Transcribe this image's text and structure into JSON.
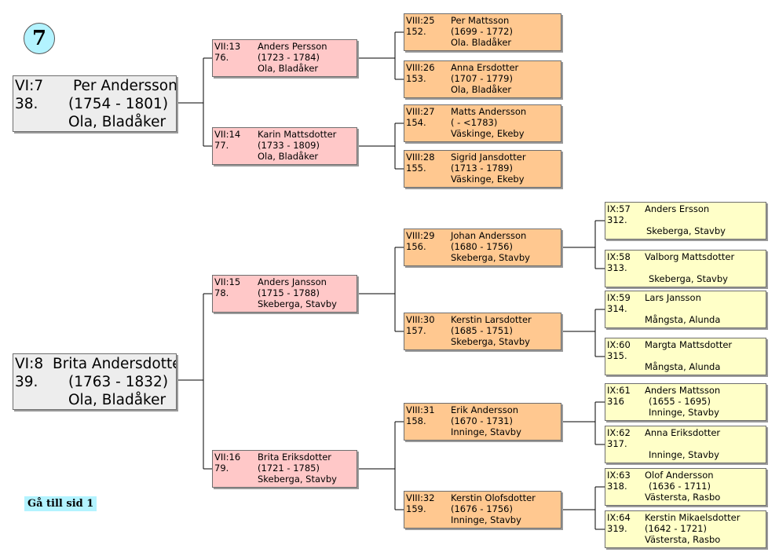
{
  "page_number": "7",
  "back_link": "Gå till sid 1",
  "people": [
    {
      "id": "VI:7",
      "num": "38.",
      "name": "Per Andersson",
      "dates": "(1754 - 1801)",
      "place": "Ola, Bladåker"
    },
    {
      "id": "VI:8",
      "num": "39.",
      "name": "Brita Andersdotter",
      "dates": "(1763 - 1832)",
      "place": "Ola, Bladåker"
    },
    {
      "id": "VII:13",
      "num": "76.",
      "name": "Anders Persson",
      "dates": "(1723 - 1784)",
      "place": "Ola, Bladåker"
    },
    {
      "id": "VII:14",
      "num": "77.",
      "name": "Karin Mattsdotter",
      "dates": "(1733 - 1809)",
      "place": "Ola, Bladåker"
    },
    {
      "id": "VII:15",
      "num": "78.",
      "name": "Anders Jansson",
      "dates": "(1715 - 1788)",
      "place": "Skeberga, Stavby"
    },
    {
      "id": "VII:16",
      "num": "79.",
      "name": "Brita Eriksdotter",
      "dates": "(1721 - 1785)",
      "place": "Skeberga, Stavby"
    },
    {
      "id": "VIII:25",
      "num": "152.",
      "name": "Per Mattsson",
      "dates": "(1699 - 1772)",
      "place": "Ola. Bladåker"
    },
    {
      "id": "VIII:26",
      "num": "153.",
      "name": "Anna Ersdotter",
      "dates": "(1707 - 1779)",
      "place": "Ola, Bladåker"
    },
    {
      "id": "VIII:27",
      "num": "154.",
      "name": "Matts Andersson",
      "dates": "( - <1783)",
      "place": "Väskinge, Ekeby"
    },
    {
      "id": "VIII:28",
      "num": "155.",
      "name": "Sigrid Jansdotter",
      "dates": "(1713 - 1789)",
      "place": "Väskinge, Ekeby"
    },
    {
      "id": "VIII:29",
      "num": "156.",
      "name": "Johan Andersson",
      "dates": "(1680 - 1756)",
      "place": "Skeberga, Stavby"
    },
    {
      "id": "VIII:30",
      "num": "157.",
      "name": "Kerstin Larsdotter",
      "dates": "(1685 - 1751)",
      "place": "Skeberga, Stavby"
    },
    {
      "id": "VIII:31",
      "num": "158.",
      "name": "Erik Andersson",
      "dates": "(1670 - 1731)",
      "place": "Inninge, Stavby"
    },
    {
      "id": "VIII:32",
      "num": "159.",
      "name": "Kerstin Olofsdotter",
      "dates": "(1676 - 1756)",
      "place": "Inninge, Stavby"
    },
    {
      "id": "IX:57",
      "num": "312.",
      "name": "Anders Ersson",
      "dates": "",
      "place": "Skeberga, Stavby"
    },
    {
      "id": "IX:58",
      "num": "313.",
      "name": "Valborg Mattsdotter",
      "dates": "",
      "place": "Skeberga, Stavby"
    },
    {
      "id": "IX:59",
      "num": "314.",
      "name": "Lars Jansson",
      "dates": "",
      "place": "Mångsta, Alunda"
    },
    {
      "id": "IX:60",
      "num": "315.",
      "name": "Margta Mattsdotter",
      "dates": "",
      "place": "Mångsta, Alunda"
    },
    {
      "id": "IX:61",
      "num": "316",
      "name": "Anders Mattsson",
      "dates": "(1655 - 1695)",
      "place": "Inninge, Stavby"
    },
    {
      "id": "IX:62",
      "num": "317.",
      "name": "Anna Eriksdotter",
      "dates": "",
      "place": "Inninge, Stavby"
    },
    {
      "id": "IX:63",
      "num": "318.",
      "name": "Olof Andersson",
      "dates": "(1636 - 1711)",
      "place": "Västersta, Rasbo"
    },
    {
      "id": "IX:64",
      "num": "319.",
      "name": "Kerstin Mikaelsdotter",
      "dates": "(1642 - 1721)",
      "place": "Västersta, Rasbo"
    }
  ]
}
